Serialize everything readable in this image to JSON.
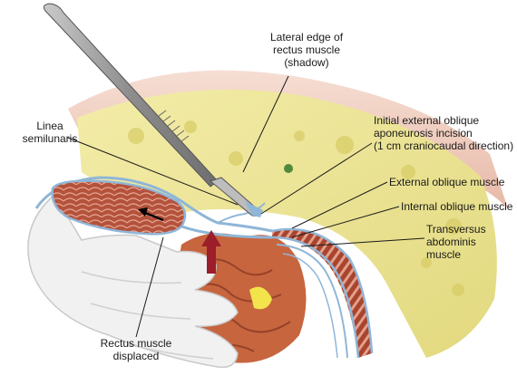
{
  "labels": {
    "lateral_edge": "Lateral edge of\nrectus muscle\n(shadow)",
    "linea": "Linea\nsemilunaris",
    "initial_incision": "Initial external oblique\naponeurosis incision\n(1 cm craniocaudal direction)",
    "external_oblique": "External oblique muscle",
    "internal_oblique": "Internal oblique muscle",
    "transversus": "Transversus\nabdominis\nmuscle",
    "rectus_displaced": "Rectus muscle\ndisplaced"
  },
  "colors": {
    "fat": "#ece59a",
    "muscle": "#b0503a",
    "fascia": "#8fb6d8",
    "skin": "#eec7b8",
    "glove": "#f1f1f1",
    "arrow_red": "#9b1e2a",
    "scalpel": "#9a9a9a"
  },
  "icons": [
    "scalpel-icon",
    "retract-arrow-icon",
    "lift-arrow-icon"
  ]
}
